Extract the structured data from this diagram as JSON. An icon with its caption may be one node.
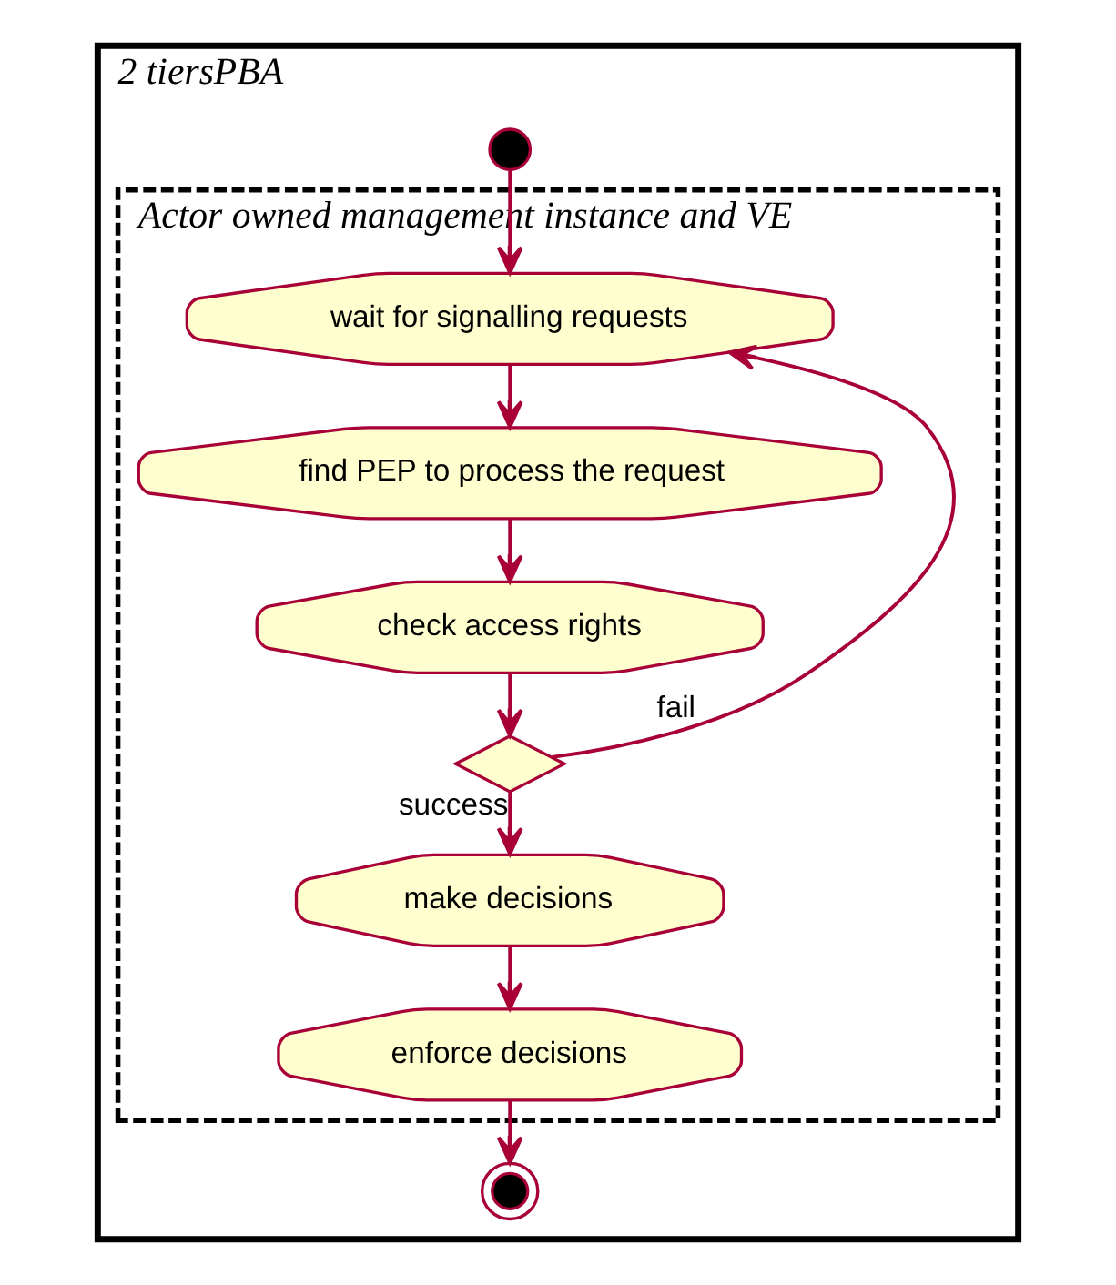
{
  "diagram": {
    "nodes": [
      {
        "text": [
          "2 tiersPBA"
        ]
      },
      {
        "text": [],
        "shape": "circle",
        "in": 0
      },
      {
        "text": [
          "Actor owned management instance and VE"
        ],
        "in": 0
      },
      {
        "text": [
          "wait for signalling requests"
        ],
        "in": 2
      },
      {
        "text": [
          "find PEP to process the request"
        ],
        "in": 2
      },
      {
        "text": [
          "check access rights"
        ],
        "in": 2
      },
      {
        "text": [],
        "shape": "diamond",
        "in": 2
      },
      {
        "text": [
          "make decisions"
        ],
        "in": 2
      },
      {
        "text": [
          "enforce decisions"
        ],
        "in": 2
      },
      {
        "text": [],
        "shape": "circle",
        "in": 0
      }
    ],
    "edges": [
      {
        "from": 1,
        "to": 3,
        "arrow": "to"
      },
      {
        "from": 3,
        "to": 4,
        "arrow": "to"
      },
      {
        "from": 4,
        "to": 5,
        "arrow": "to"
      },
      {
        "from": 5,
        "to": 6,
        "arrow": "to"
      },
      {
        "from": 6,
        "to": 3,
        "arrow": "to",
        "label": "fail"
      },
      {
        "from": 6,
        "to": 7,
        "arrow": "to",
        "label": "success"
      },
      {
        "from": 7,
        "to": 8,
        "arrow": "to"
      },
      {
        "from": 8,
        "to": 9,
        "arrow": "to"
      }
    ]
  }
}
